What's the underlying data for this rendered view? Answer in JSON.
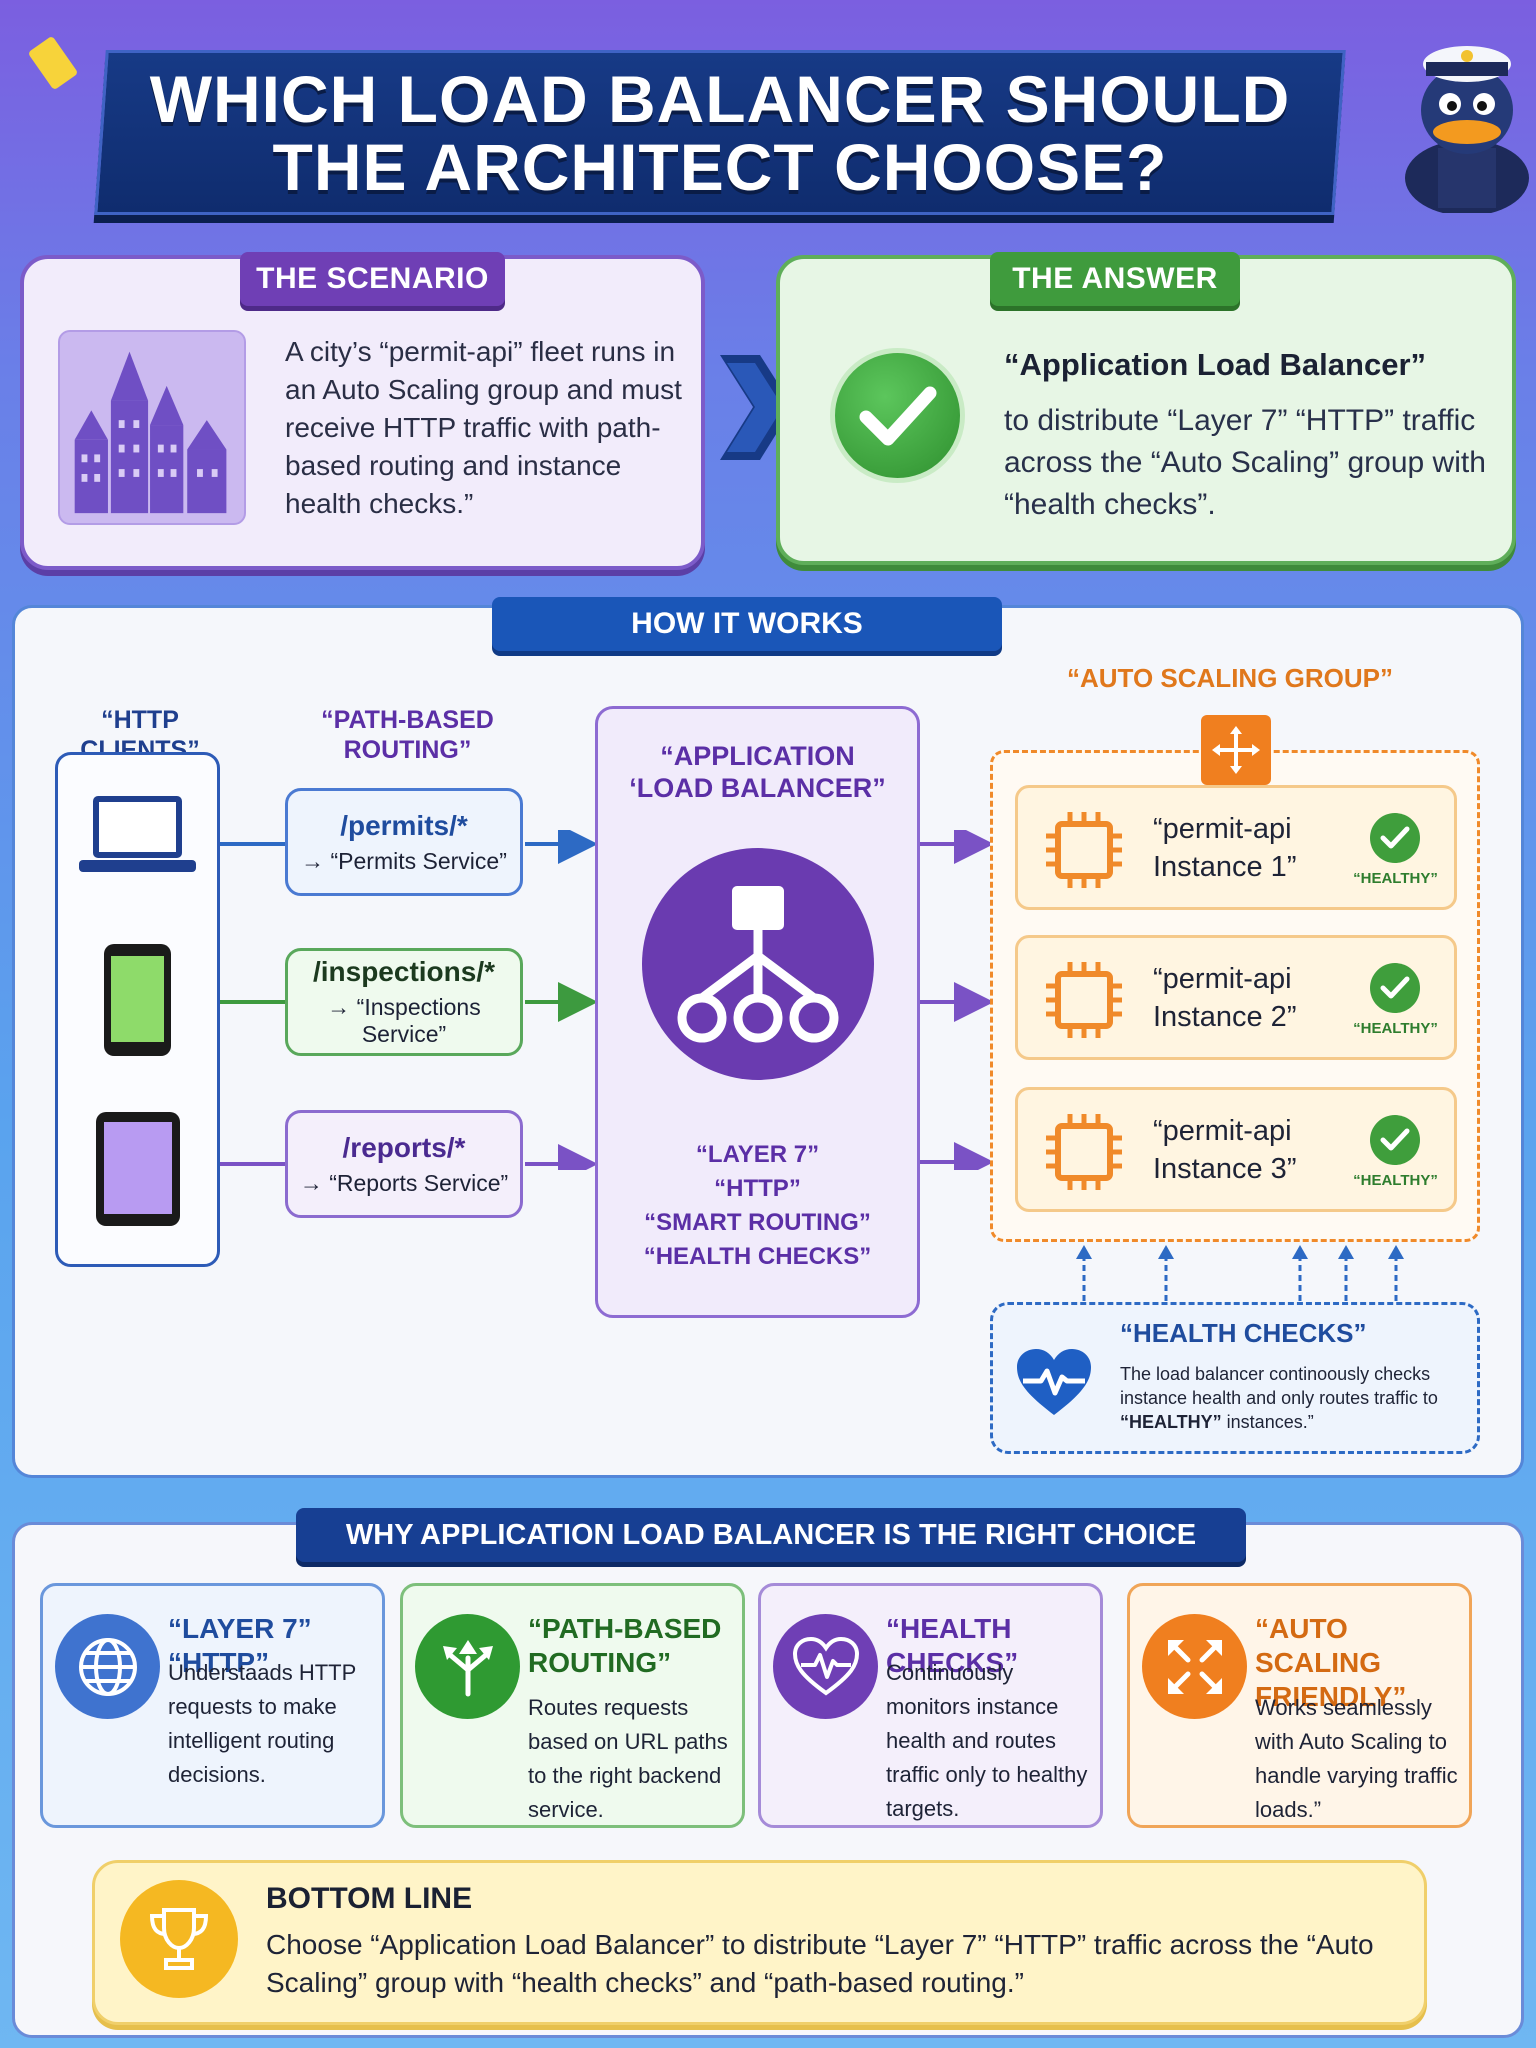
{
  "title": {
    "line1": "WHICH LOAD BALANCER SHOULD",
    "line2": "THE ARCHITECT CHOOSE?"
  },
  "scenario": {
    "tag": "THE SCENARIO",
    "text": "A city’s “permit-api” fleet runs in an Auto Scaling group and must receive HTTP traffic with path-based routing and instance health checks.”"
  },
  "answer": {
    "tag": "THE ANSWER",
    "title": "“Application Load Balancer”",
    "text": "to distribute “Layer 7” “HTTP” traffic across the “Auto Scaling” group with “health checks”."
  },
  "how_it_works": {
    "tag": "HOW IT WORKS",
    "clients_heading": "“HTTP CLIENTS”",
    "routing_heading_line1": "“PATH-BASED",
    "routing_heading_line2": "ROUTING”",
    "routes": [
      {
        "path": "/permits/*",
        "service": "→ “Permits Service”"
      },
      {
        "path": "/inspections/*",
        "service": "→ “Inspections Service”"
      },
      {
        "path": "/reports/*",
        "service": "→ “Reports Service”"
      }
    ],
    "alb": {
      "title_line1": "“APPLICATION",
      "title_line2": "‘LOAD BALANCER”",
      "features": [
        "“LAYER 7”",
        "“HTTP”",
        "“SMART ROUTING”",
        "“HEALTH CHECKS”"
      ]
    },
    "asg_label": "“AUTO SCALING GROUP”",
    "instances": [
      {
        "name_line1": "“permit-api",
        "name_line2": "Instance 1”",
        "status": "“HEALTHY”"
      },
      {
        "name_line1": "“permit-api",
        "name_line2": "Instance 2”",
        "status": "“HEALTHY”"
      },
      {
        "name_line1": "“permit-api",
        "name_line2": "Instance 3”",
        "status": "“HEALTHY”"
      }
    ],
    "health_checks": {
      "title": "“HEALTH CHECKS”",
      "text_before": "The load balancer continoously checks instance health and only routes traffic to ",
      "text_bold": "“HEALTHY”",
      "text_after": " instances.”"
    }
  },
  "why": {
    "tag": "WHY APPLICATION LOAD BALANCER IS THE RIGHT CHOICE",
    "cards": [
      {
        "title": "“LAYER 7” “HTTP”",
        "text": "Understaads HTTP requests to make intelligent routing decisions.",
        "icon": "globe-icon"
      },
      {
        "title": "“PATH-BASED ROUTING”",
        "text": "Routes requests based on URL paths to the right backend service.",
        "icon": "split-arrows-icon"
      },
      {
        "title": "“HEALTH CHECKS”",
        "text": "Continuously monitors instance health and routes traffic only to healthy targets.",
        "icon": "heartbeat-icon"
      },
      {
        "title": "“AUTO SCALING FRIENDLY”",
        "text": "Works seamlessly with Auto Scaling to handle varying traffic loads.”",
        "icon": "expand-arrows-icon"
      }
    ]
  },
  "bottom_line": {
    "title": "BOTTOM LINE",
    "text": "Choose “Application Load Balancer” to distribute “Layer 7” “HTTP” traffic across the “Auto Scaling” group with “health checks” and “path-based routing.”"
  },
  "colors": {
    "scenario": "#6f3fb5",
    "answer": "#3f9b3d",
    "how": "#1a56b8",
    "asg": "#f07f1f",
    "bottom": "#f5b822"
  }
}
